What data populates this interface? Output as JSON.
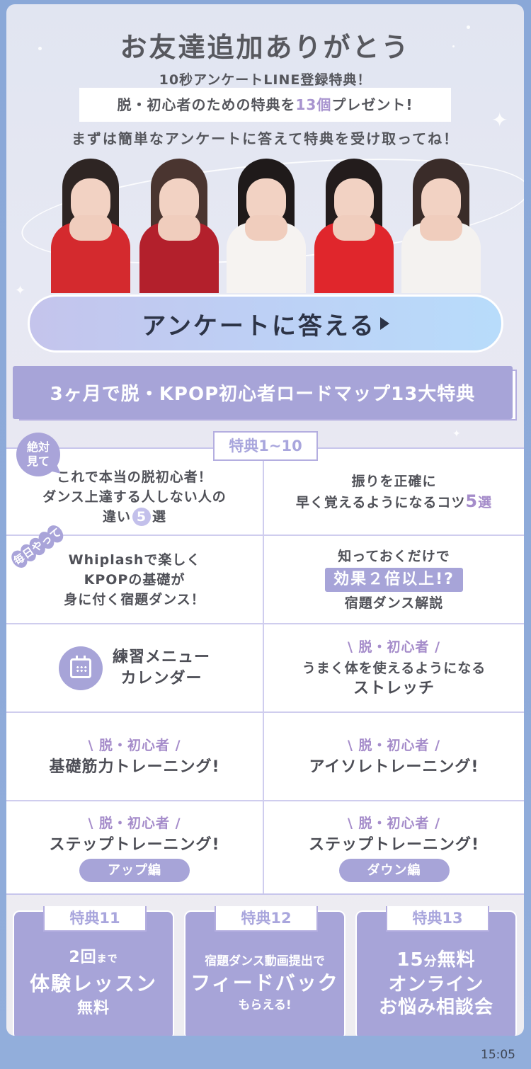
{
  "hero": {
    "title": "お友達追加ありがとう",
    "subtitle": "10秒アンケートLINE登録特典！",
    "present": {
      "prefix": "脱・初心者のための特典を",
      "highlight": "13個",
      "suffix": "プレゼント!"
    },
    "lead": "まずは簡単なアンケートに答えて特典を受け取ってね！",
    "photo_alt": "group-photo-five-dancers"
  },
  "cta": {
    "label": "アンケートに答える",
    "icon": "play-arrow-icon"
  },
  "roadmap": {
    "title": "3ヶ月で脱・KPOP初心者ロードマップ13大特典"
  },
  "grid": {
    "label": "特典1~10",
    "bubble": "絶対見て",
    "bubble_lines": [
      "絶対",
      "見て"
    ],
    "stamp": [
      "毎",
      "日",
      "や",
      "っ",
      "て"
    ],
    "cells": [
      {
        "lines": [
          "これで本当の脱初心者！",
          "ダンス上達する人しない人の"
        ],
        "tail_prefix": "違い",
        "tail_num": "5",
        "tail_suffix": "選"
      },
      {
        "lines": [
          "振りを正確に"
        ],
        "line2_prefix": "早く覚えるようになるコツ",
        "line2_num": "5",
        "line2_suffix": "選"
      },
      {
        "lines": [
          "Whiplashで楽しく",
          "KPOPの基礎が",
          "身に付く宿題ダンス！"
        ]
      },
      {
        "top": "知っておくだけで",
        "badge": "効果２倍以上!?",
        "bottom": "宿題ダンス解説"
      },
      {
        "lines": [
          "練習メニュー",
          "カレンダー"
        ],
        "icon": "calendar-icon"
      },
      {
        "tag": "\\ 脱・初心者 /",
        "lines": [
          "うまく体を使えるようになる"
        ],
        "big": "ストレッチ"
      },
      {
        "tag": "\\ 脱・初心者 /",
        "big": "基礎筋力トレーニング!"
      },
      {
        "tag": "\\ 脱・初心者 /",
        "big": "アイソレトレーニング!"
      },
      {
        "tag": "\\ 脱・初心者 /",
        "big": "ステップトレーニング!",
        "pill": "アップ編"
      },
      {
        "tag": "\\ 脱・初心者 /",
        "big": "ステップトレーニング!",
        "pill": "ダウン編"
      }
    ]
  },
  "perks": [
    {
      "label": "特典11",
      "l1_big": "2回",
      "l1_small": "まで",
      "l2": "体験レッスン",
      "l3": "無料"
    },
    {
      "label": "特典12",
      "l1": "宿題ダンス動画提出で",
      "l2": "フィードバック",
      "l3": "もらえる!"
    },
    {
      "label": "特典13",
      "l1_big": "15",
      "l1_small": "分",
      "l1_rest": "無料",
      "l2": "オンライン",
      "l3": "お悩み相談会"
    }
  ],
  "timestamp": "15:05",
  "colors": {
    "background": "#8aa8d8",
    "accent_purple": "#a7a4d8",
    "text_purple": "#a58cca",
    "text_dark": "#55565c",
    "cta_gradient_start": "#c4c4ec",
    "cta_gradient_end": "#b8dcfb"
  }
}
